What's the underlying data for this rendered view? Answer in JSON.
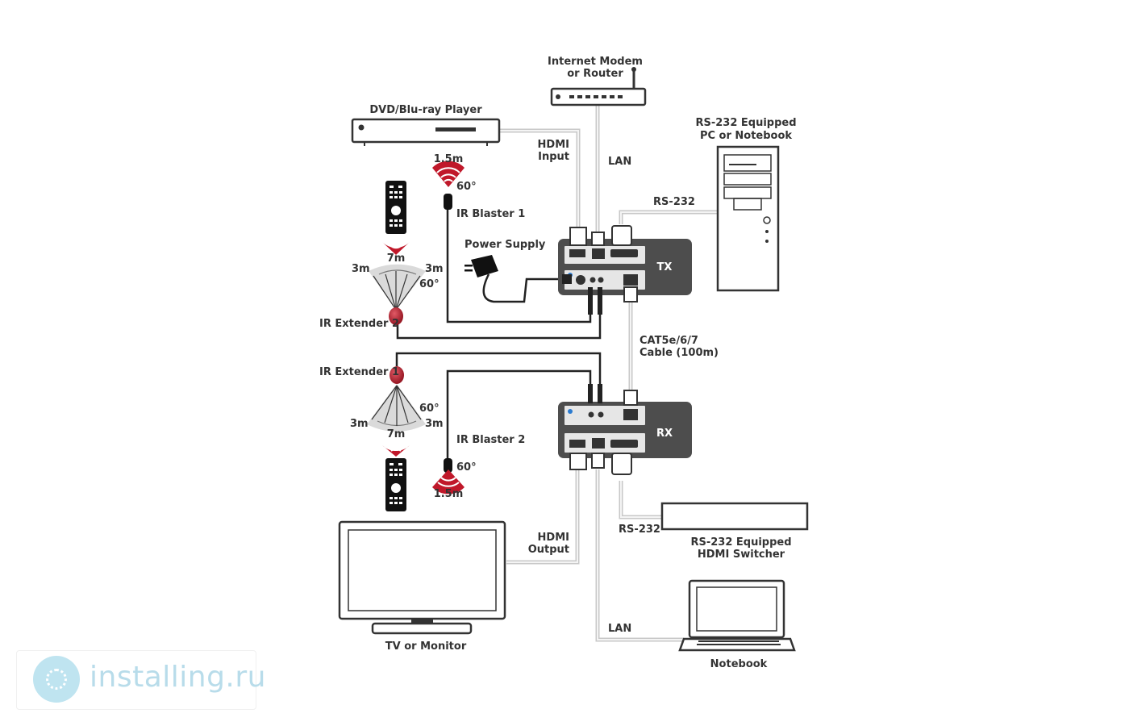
{
  "labels": {
    "modem": [
      "Internet Modem",
      "or Router"
    ],
    "dvd": "DVD/Blu-ray Player",
    "hdmi_input": [
      "HDMI",
      "Input"
    ],
    "lan_top": "LAN",
    "rs232_pc": [
      "RS-232 Equipped",
      "PC or Notebook"
    ],
    "rs232_top": "RS-232",
    "blaster1_dist": "1.5m",
    "blaster1_angle": "60°",
    "ir_blaster_1": "IR Blaster 1",
    "power_supply": "Power Supply",
    "remote_top_range": "7m",
    "ext2_left": "3m",
    "ext2_right": "3m",
    "ext2_angle": "60°",
    "ir_extender_2": "IR Extender 2",
    "tx": "TX",
    "cat_cable": [
      "CAT5e/6/7",
      "Cable (100m)"
    ],
    "ir_extender_1": "IR Extender 1",
    "ext1_angle": "60°",
    "ext1_left": "3m",
    "ext1_right": "3m",
    "remote_bottom_range": "7m",
    "ir_blaster_2": "IR Blaster 2",
    "blaster2_angle": "60°",
    "blaster2_dist": "1.5m",
    "rx": "RX",
    "rs232_bottom": "RS-232",
    "rs232_switcher": [
      "RS-232 Equipped",
      "HDMI Switcher"
    ],
    "hdmi_output": [
      "HDMI",
      "Output"
    ],
    "lan_bottom": "LAN",
    "tv": "TV or Monitor",
    "notebook": "Notebook"
  },
  "watermark": {
    "text": "installing.ru",
    "icon": "globe-icon"
  },
  "colors": {
    "ir_red": "#c0182a",
    "device_gray": "#4d4d4d",
    "cable_gray": "#c8c8c8"
  }
}
